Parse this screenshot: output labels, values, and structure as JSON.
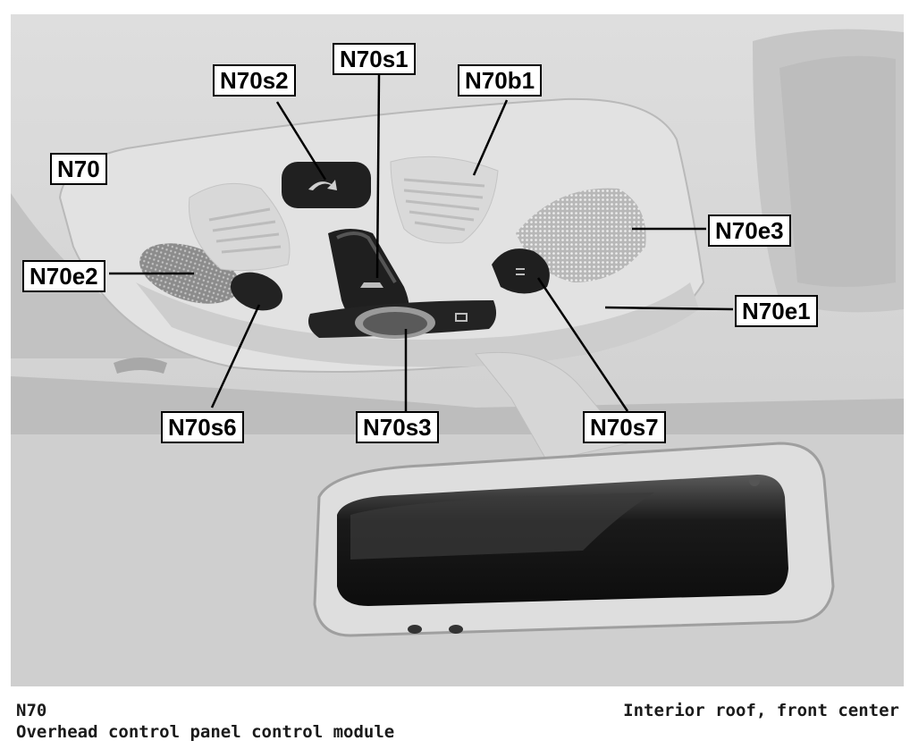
{
  "labels": {
    "n70": "N70",
    "n70s2": "N70s2",
    "n70s1": "N70s1",
    "n70b1": "N70b1",
    "n70e3": "N70e3",
    "n70e2": "N70e2",
    "n70e1": "N70e1",
    "n70s6": "N70s6",
    "n70s3": "N70s3",
    "n70s7": "N70s7"
  },
  "caption": {
    "code": "N70",
    "name": "Overhead control panel control module",
    "location": "Interior roof, front center"
  },
  "colors": {
    "headliner": "#d4d4d4",
    "console": "#e1e1e1",
    "switch_dark": "#1d1d1d",
    "label_border": "#000000"
  },
  "icons": [
    "sunroof-icon",
    "lamp-icon",
    "vent-grille-icon",
    "speaker-grille-icon",
    "sensor-icon"
  ]
}
